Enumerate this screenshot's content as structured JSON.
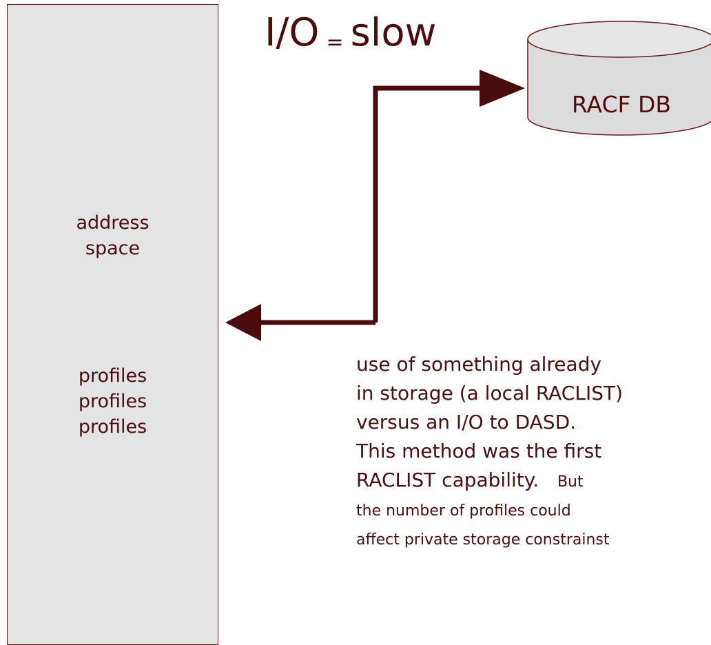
{
  "title": {
    "io": "I/O",
    "equals": "=",
    "slow": "slow"
  },
  "address_space": {
    "label_line1": "address",
    "label_line2": "space",
    "profiles": [
      "profiles",
      "profiles",
      "profiles"
    ]
  },
  "database": {
    "label": "RACF DB"
  },
  "note": {
    "line1": "use of something already",
    "line2": "in storage (a local RACLIST)",
    "line3": "versus an I/O to DASD.",
    "line4": "This method was the first",
    "line5a": "RACLIST capability.",
    "line5b": "But",
    "line6": "the number of profiles could",
    "line7": "affect private storage constrainst"
  },
  "colors": {
    "accent": "#4a0d0d",
    "box_fill": "#e4e4e4",
    "db_fill": "#dcdcdc"
  }
}
